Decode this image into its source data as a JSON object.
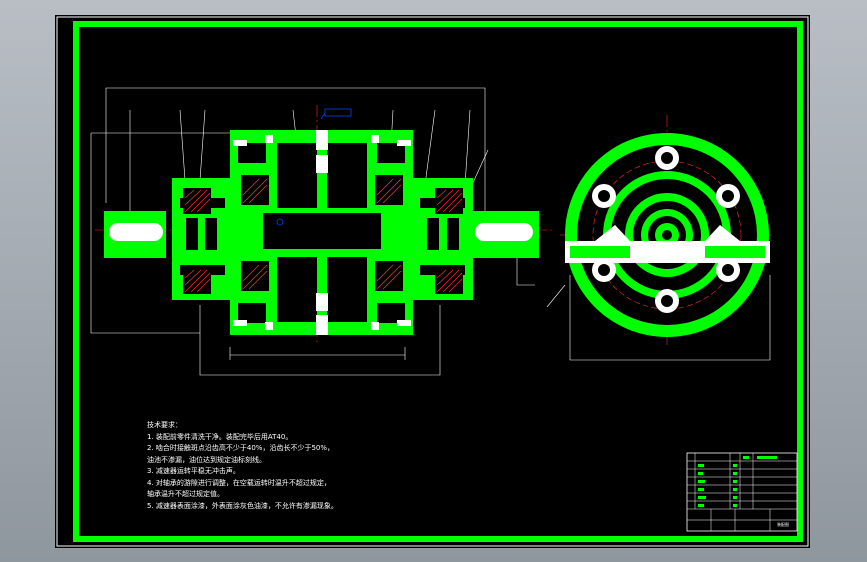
{
  "drawing": {
    "colors": {
      "background": "#000000",
      "part": "#00ff00",
      "outline": "#ffffff",
      "centerline": "#ff2020",
      "leader": "#ffffff",
      "dimension": "#ffffff",
      "annotation": "#0044ff",
      "hatch": "#ff3030"
    },
    "notes": {
      "title": "技术要求：",
      "lines": [
        "1. 装配前零件清洗干净。装配完毕后用AT40。",
        "2. 啮合时接触斑点沿齿高不少于40%，沿齿长不少于50%，",
        "油池不渗漏，油位达到规定油标刻线。",
        "3. 减速器运转平稳无冲击声。",
        "4. 对轴承的游隙进行调整，在空载运转时温升不超过规定，",
        "轴承温升不超过规定值。",
        "5. 减速器表面涂漆，外表面涂灰色油漆，不允许有渗漏现象。"
      ]
    },
    "title_block": {
      "name": "装配图"
    }
  }
}
